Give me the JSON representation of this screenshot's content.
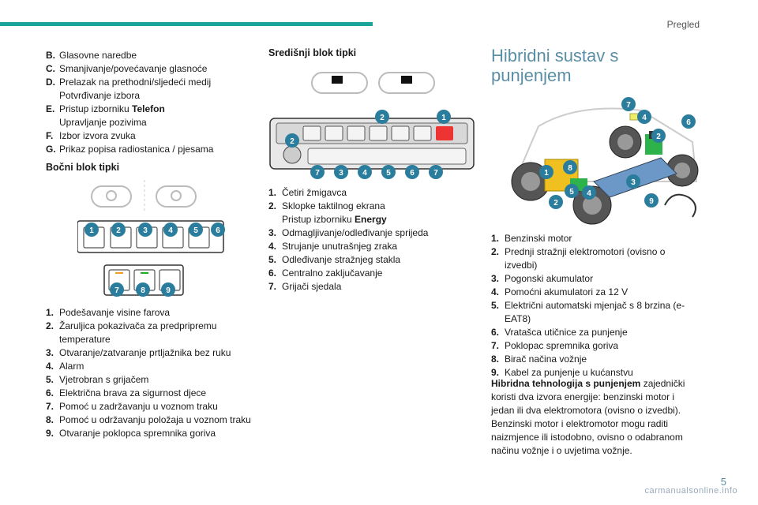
{
  "header": {
    "section": "Pregled",
    "page_number": "5"
  },
  "col1": {
    "list_top": [
      {
        "key": "B.",
        "lines": [
          "Glasovne naredbe"
        ]
      },
      {
        "key": "C.",
        "lines": [
          "Smanjivanje/povećavanje glasnoće"
        ]
      },
      {
        "key": "D.",
        "lines": [
          "Prelazak na prethodni/sljedeći medij",
          "Potvrđivanje izbora"
        ]
      },
      {
        "key": "E.",
        "lines": [
          "Pristup izborniku ",
          "Upravljanje pozivima"
        ],
        "bold": "Telefon"
      },
      {
        "key": "F.",
        "lines": [
          "Izbor izvora zvuka"
        ]
      },
      {
        "key": "G.",
        "lines": [
          "Prikaz popisa radiostanica / pjesama"
        ]
      }
    ],
    "heading": "Bočni blok tipki",
    "diagram_numbers": [
      "1",
      "2",
      "3",
      "4",
      "5",
      "6",
      "7",
      "8",
      "9"
    ],
    "list_bottom": [
      {
        "key": "1.",
        "text": "Podešavanje visine farova"
      },
      {
        "key": "2.",
        "text": "Žaruljica pokazivača za predpripremu temperature"
      },
      {
        "key": "3.",
        "text": "Otvaranje/zatvaranje prtljažnika bez ruku"
      },
      {
        "key": "4.",
        "text": "Alarm"
      },
      {
        "key": "5.",
        "text": "Vjetrobran s grijačem"
      },
      {
        "key": "6.",
        "text": "Električna brava za sigurnost djece"
      },
      {
        "key": "7.",
        "text": "Pomoć u zadržavanju u voznom traku"
      },
      {
        "key": "8.",
        "text": "Pomoć u održavanju položaja u voznom traku"
      },
      {
        "key": "9.",
        "text": "Otvaranje poklopca spremnika goriva"
      }
    ]
  },
  "col2": {
    "heading": "Središnji blok tipki",
    "diagram_numbers": [
      "1",
      "2",
      "2",
      "7",
      "3",
      "4",
      "5",
      "6",
      "7"
    ],
    "list": [
      {
        "key": "1.",
        "lines": [
          "Četiri žmigavca"
        ]
      },
      {
        "key": "2.",
        "lines": [
          "Sklopke taktilnog ekrana",
          "Pristup izborniku "
        ],
        "bold": "Energy"
      },
      {
        "key": "3.",
        "lines": [
          "Odmagljivanje/odleđivanje sprijeda"
        ]
      },
      {
        "key": "4.",
        "lines": [
          "Strujanje unutrašnjeg zraka"
        ]
      },
      {
        "key": "5.",
        "lines": [
          "Odleđivanje stražnjeg stakla"
        ]
      },
      {
        "key": "6.",
        "lines": [
          "Centralno zaključavanje"
        ]
      },
      {
        "key": "7.",
        "lines": [
          "Grijači sjedala"
        ]
      }
    ]
  },
  "col3": {
    "title_line1": "Hibridni sustav s",
    "title_line2": "punjenjem",
    "diagram_numbers": [
      "7",
      "4",
      "2",
      "6",
      "8",
      "1",
      "5",
      "4",
      "3",
      "2",
      "9"
    ],
    "list": [
      {
        "key": "1.",
        "text": "Benzinski motor"
      },
      {
        "key": "2.",
        "text": "Prednji stražnji elektromotori (ovisno o izvedbi)"
      },
      {
        "key": "3.",
        "text": "Pogonski akumulator"
      },
      {
        "key": "4.",
        "text": "Pomoćni akumulatori za 12 V"
      },
      {
        "key": "5.",
        "text": "Električni automatski mjenjač s 8 brzina (e-EAT8)"
      },
      {
        "key": "6.",
        "text": "Vratašca utičnice za punjenje"
      },
      {
        "key": "7.",
        "text": "Poklopac spremnika goriva"
      },
      {
        "key": "8.",
        "text": "Birač načina vožnje"
      },
      {
        "key": "9.",
        "text": "Kabel za punjenje u kućanstvu"
      }
    ],
    "para_bold": "Hibridna tehnologija s punjenjem",
    "para_rest": " zajednički koristi dva izvora energije: benzinski motor i jedan ili dva elektromotora (ovisno o izvedbi). Benzinski motor i elektromotor mogu raditi naizmjence ili istodobno, ovisno o odabranom načinu vožnje i o uvjetima vožnje."
  },
  "footer": {
    "watermark": "carmanualsonline.info"
  },
  "colors": {
    "accent": "#1aa39a",
    "badge": "#2a7d9c",
    "title": "#5a8fa6"
  }
}
